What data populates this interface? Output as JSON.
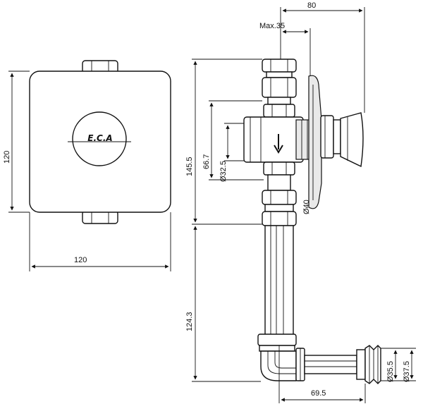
{
  "dimensions": {
    "front_height": "120",
    "front_width": "120",
    "overall_depth": "80",
    "max_wall": "Max.35",
    "valve_height": "145.5",
    "body_height": "66.7",
    "body_diameter": "Ø32.5",
    "outlet_diameter": "Ø40",
    "pipe_length": "124.3",
    "elbow_offset": "69.5",
    "thread_inner": "Ø35.5",
    "thread_outer": "Ø37.5"
  },
  "logo": {
    "text": "E.C.A"
  },
  "icons": {
    "flow_arrow": "arrow-down-icon",
    "arrowheads": "dimension-arrow-icon"
  }
}
